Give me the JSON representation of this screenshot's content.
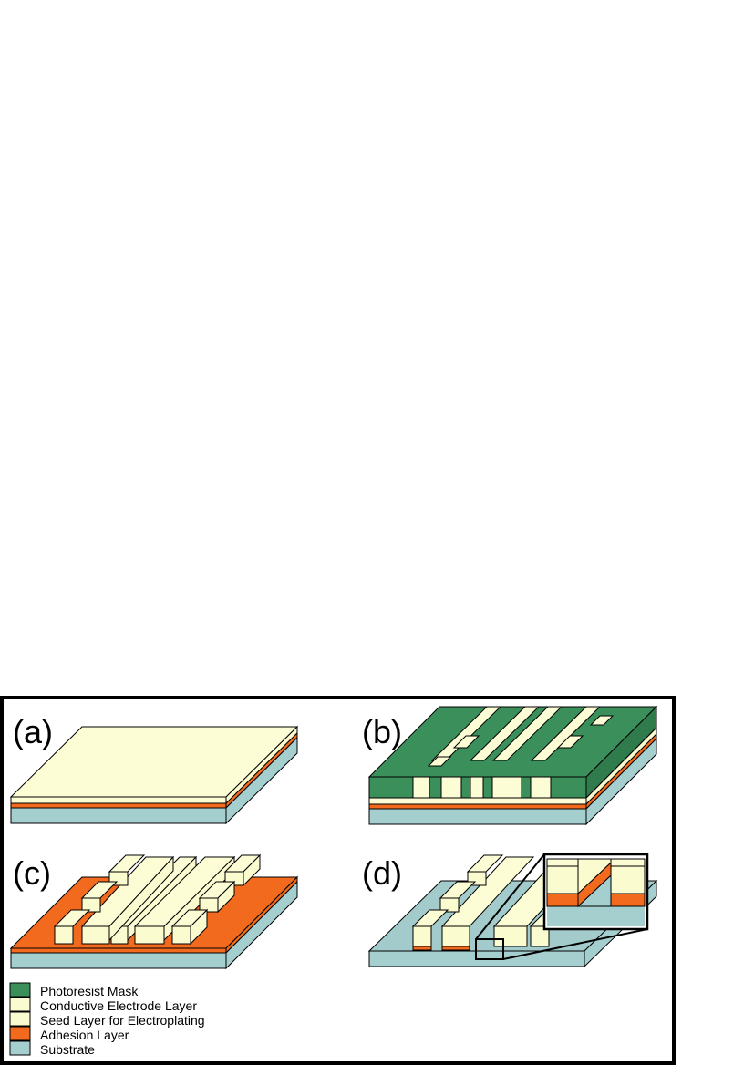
{
  "panels": [
    {
      "label": "(a)"
    },
    {
      "label": "(b)"
    },
    {
      "label": "(c)"
    },
    {
      "label": "(d)"
    }
  ],
  "legend": [
    {
      "label": "Photoresist Mask",
      "color": "#3a8f5a"
    },
    {
      "label": "Conductive Electrode Layer",
      "color": "#fbfbd0"
    },
    {
      "label": "Seed Layer for Electroplating",
      "color": "#fbfbd0"
    },
    {
      "label": "Adhesion Layer",
      "color": "#f26a1e"
    },
    {
      "label": "Substrate",
      "color": "#a5cfcf"
    }
  ],
  "colors": {
    "electrode_top": "#fdfdd5",
    "electrode_side": "#fbfbd0",
    "adhesion": "#f26a1e",
    "substrate_front": "#a5cfcf",
    "substrate_top": "#a3cbcb",
    "mask_top": "#3a8f5a",
    "mask_side": "#2f7b4b"
  }
}
